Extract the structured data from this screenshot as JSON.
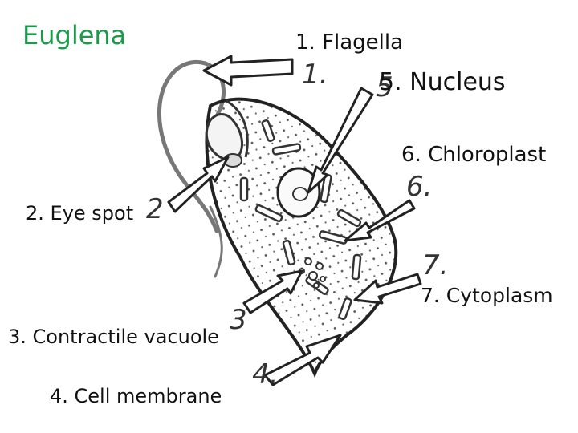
{
  "title": "Euglena",
  "title_color": "#1a9a4a",
  "labels": {
    "flagella": "1. Flagella",
    "eye_spot": "2. Eye spot",
    "contractile_vacuole": "3. Contractile vacuole",
    "cell_membrane": "4. Cell membrane",
    "nucleus": "5. Nucleus",
    "chloroplast": "6. Chloroplast",
    "cytoplasm": "7. Cytoplasm"
  },
  "handwritten_numbers": [
    "1.",
    "2.",
    "3.",
    "4.",
    "5.",
    "6.",
    "7."
  ]
}
